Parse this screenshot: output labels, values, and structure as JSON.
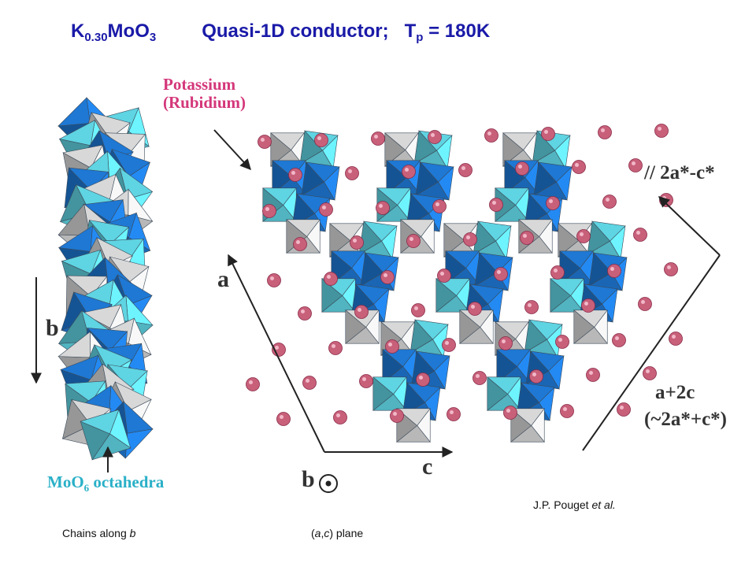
{
  "title": {
    "formula_k": "K",
    "formula_k_sub": "0.30",
    "formula_mo": "MoO",
    "formula_mo_sub": "3",
    "desc": "Quasi-1D conductor;",
    "tp_t": "T",
    "tp_sub": "p",
    "tp_val": " = 180K"
  },
  "labels": {
    "potassium": "Potassium",
    "rubidium": "(Rubidium)",
    "moo6_mo": "MoO",
    "moo6_sub": "6",
    "moo6_rest": " octahedra",
    "axis_b_left": "b",
    "axis_a": "a",
    "axis_c": "c",
    "axis_b_bottom": "b",
    "dir1": "// 2a*-c*",
    "dir2a": "a+2c",
    "dir2b": "(~2a*+c*)"
  },
  "captions": {
    "left_pre": "Chains along ",
    "left_it": "b",
    "center_open": "(",
    "center_a": "a",
    "center_comma": ",",
    "center_c": "c",
    "center_close": ") plane",
    "credit_pre": "J.P. Pouget ",
    "credit_it": "et al."
  },
  "colors": {
    "title": "#1a1aa8",
    "potassium_label": "#d4377a",
    "moo6_label": "#2ab0c8",
    "atom": "#c8607a",
    "oct_dark": "#1e78d4",
    "oct_light": "#5fd4e2",
    "oct_white": "#d8d8d8"
  }
}
